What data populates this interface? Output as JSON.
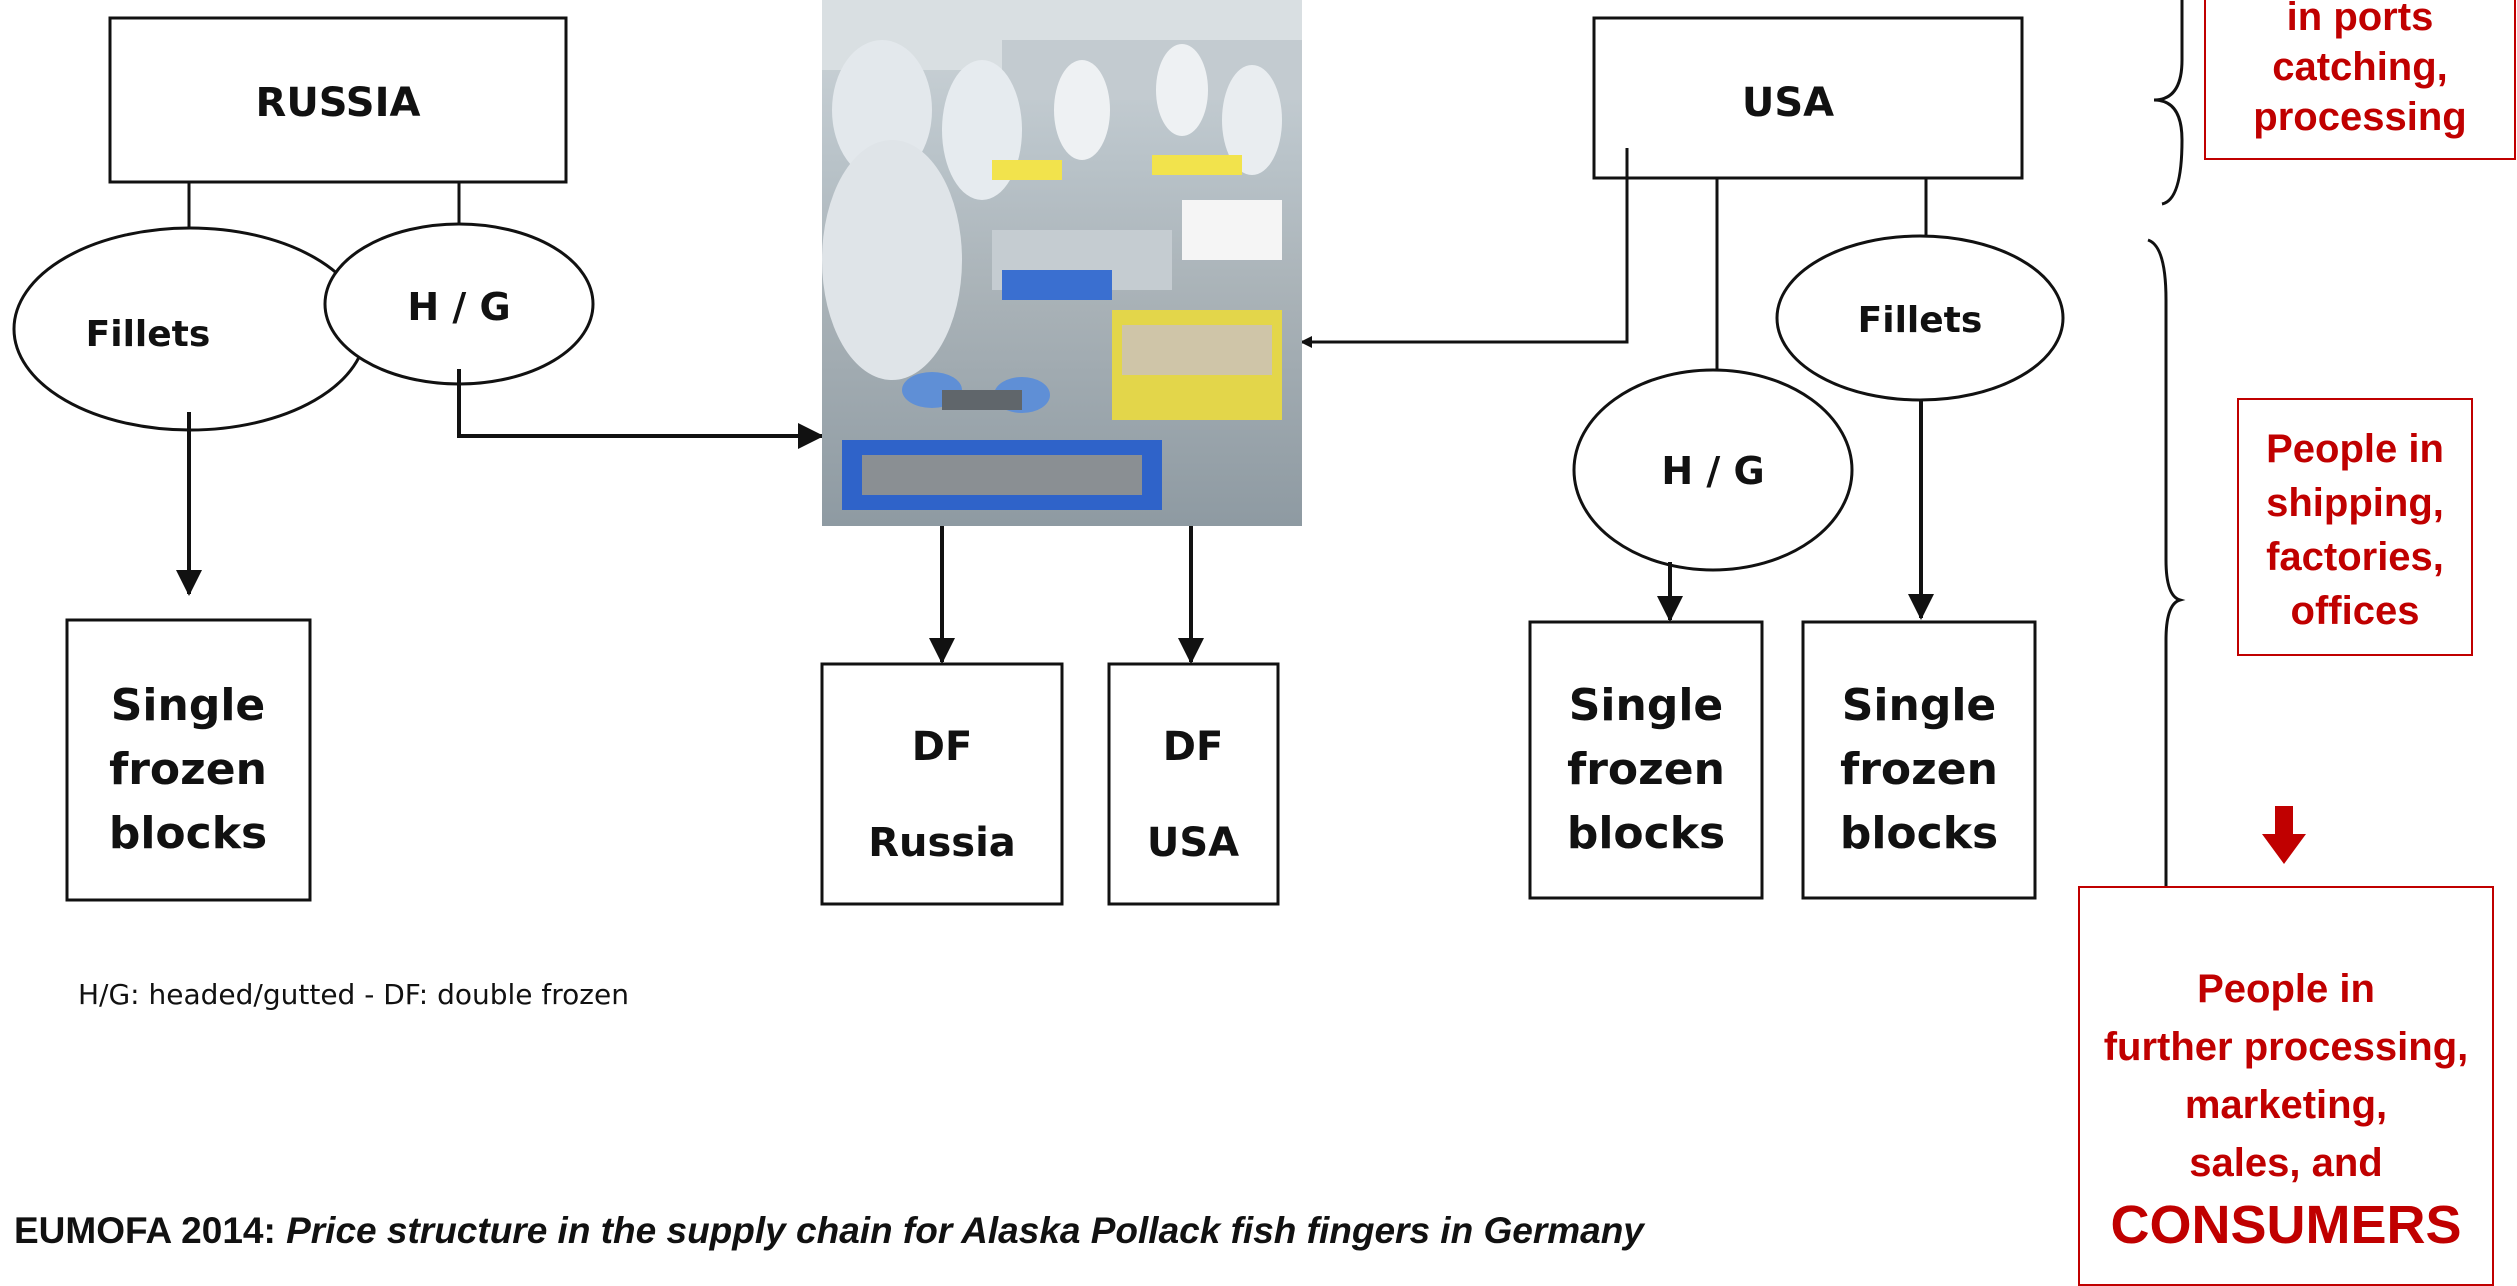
{
  "nodes": {
    "russia": "RUSSIA",
    "usa": "USA",
    "russia_fillets": "Fillets",
    "russia_hg": "H / G",
    "usa_fillets": "Fillets",
    "usa_hg": "H / G",
    "russia_blocks": [
      "Single",
      "frozen",
      "blocks"
    ],
    "usa_blocks_hg": [
      "Single",
      "frozen",
      "blocks"
    ],
    "usa_blocks_fillets": [
      "Single",
      "frozen",
      "blocks"
    ],
    "df_russia": [
      "DF",
      "Russia"
    ],
    "df_usa": [
      "DF",
      "USA"
    ]
  },
  "legend": "H/G: headed/gutted  - DF: double frozen",
  "citation": {
    "source": "EUMOFA 2014: ",
    "title": "Price structure in the supply chain for Alaska Pollack fish fingers in Germany"
  },
  "side_labels": {
    "ports": [
      "in ports",
      "catching,",
      "processing"
    ],
    "shipping": [
      "People in",
      "shipping,",
      "factories,",
      "offices"
    ],
    "consumers": [
      "People in",
      "further processing,",
      "marketing,",
      "sales, and"
    ],
    "consumers_emphasis": "CONSUMERS"
  },
  "colors": {
    "accent_red": "#c00000",
    "line": "#111111"
  },
  "icons": {
    "down_arrow": "red-down-arrow-icon",
    "photo": "fish-processing-factory-photo"
  }
}
